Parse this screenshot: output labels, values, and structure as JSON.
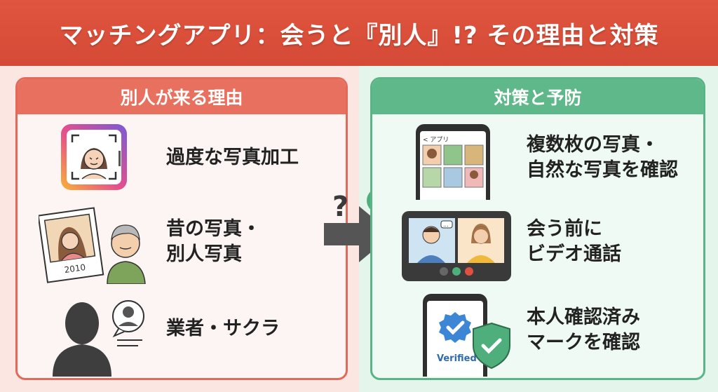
{
  "title": "マッチングアプリ：会うと『別人』!? その理由と対策",
  "left_panel": {
    "header": "別人が来る理由",
    "items": [
      {
        "label": "過度な写真加工"
      },
      {
        "label_line1": "昔の写真・",
        "label_line2": "別人写真",
        "photo_year": "2010"
      },
      {
        "label": "業者・サクラ"
      }
    ]
  },
  "right_panel": {
    "header": "対策と予防",
    "items": [
      {
        "label_line1": "複数枚の写真・",
        "label_line2": "自然な写真を確認",
        "app_back": "< アプリ"
      },
      {
        "label_line1": "会う前に",
        "label_line2": "ビデオ通話",
        "bubble": "..."
      },
      {
        "label_line1": "本人確認済み",
        "label_line2": "マークを確認",
        "verified_text": "Verified"
      }
    ]
  },
  "arrow": {
    "question_mark": "?"
  },
  "colors": {
    "title_bg": "#dc513c",
    "left_accent": "#e8705f",
    "right_accent": "#5fb88a",
    "check": "#4eae7c"
  }
}
